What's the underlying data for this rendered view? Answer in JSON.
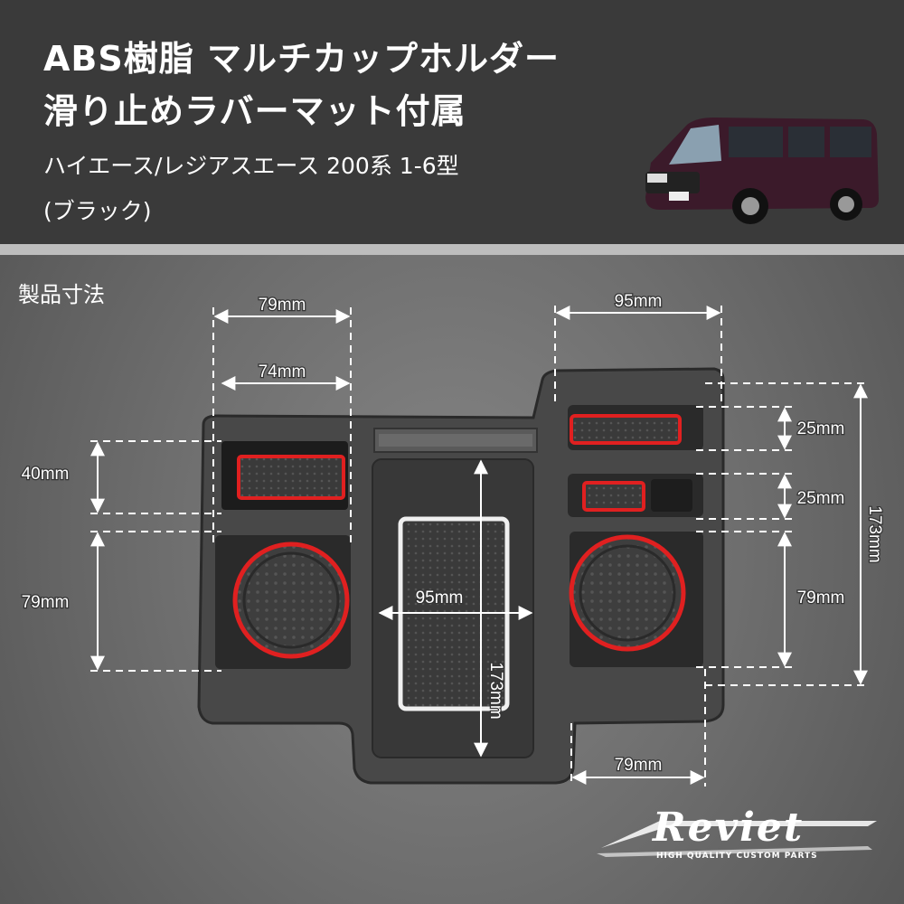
{
  "header": {
    "title_line1": "ABS樹脂 マルチカップホルダー",
    "title_line2": "滑り止めラバーマット付属",
    "subtitle_line1": "ハイエース/レジアスエース 200系 1-6型",
    "subtitle_line2": "(ブラック)"
  },
  "section_label": "製品寸法",
  "dimensions": {
    "top_left_width_outer": "79mm",
    "top_left_width_inner": "74mm",
    "left_tray_height": "40mm",
    "left_cup_height": "79mm",
    "center_width": "95mm",
    "center_height": "173mm",
    "top_right_width": "95mm",
    "right_tray1_height": "25mm",
    "right_tray2_height": "25mm",
    "right_cup_height": "79mm",
    "right_total_height": "173mm",
    "bottom_right_width": "79mm"
  },
  "brand": {
    "logo_text": "Reviet",
    "tagline": "HIGH QUALITY CUSTOM PARTS"
  },
  "colors": {
    "accent_red": "#e02020",
    "panel": "#4a4a4a",
    "header_bg": "#3a3a3a",
    "van_body": "#3b1a2a"
  }
}
